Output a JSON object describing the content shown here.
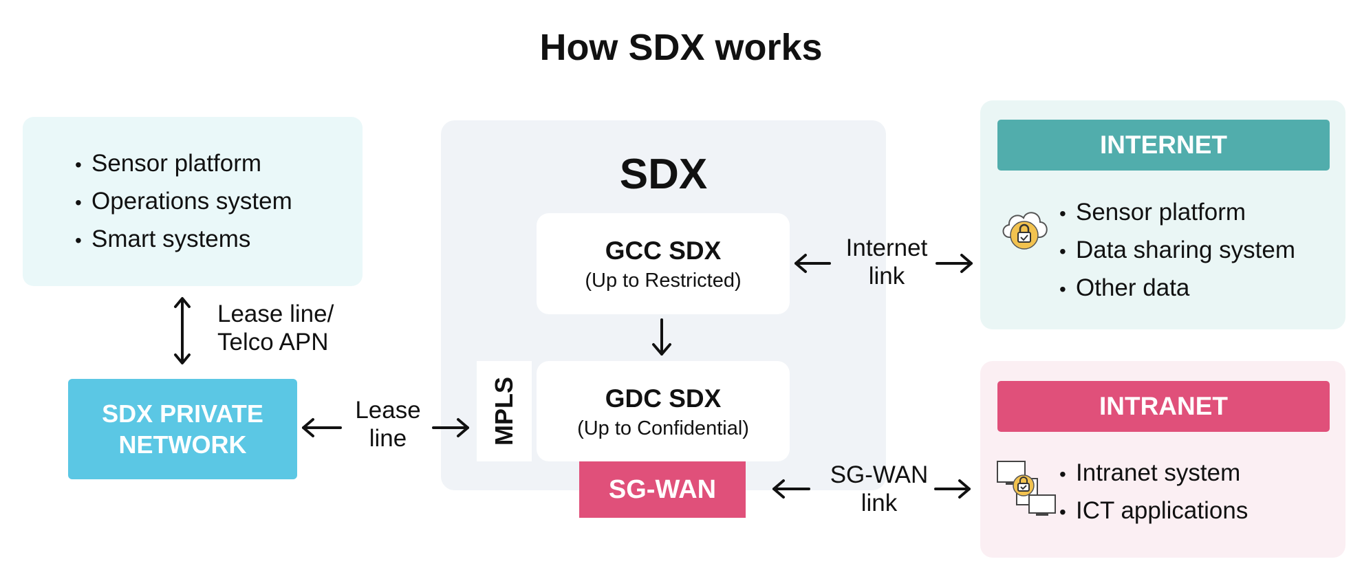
{
  "title": "How SDX works",
  "sources": {
    "items": [
      "Sensor platform",
      "Operations system",
      "Smart systems"
    ]
  },
  "sdx": {
    "title": "SDX",
    "gcc": {
      "name": "GCC SDX",
      "sub": "(Up to Restricted)"
    },
    "gdc": {
      "name": "GDC SDX",
      "sub": "(Up to Confidential)"
    },
    "mpls": "MPLS",
    "sgwan": "SG-WAN"
  },
  "private_network": {
    "line1": "SDX PRIVATE",
    "line2": "NETWORK"
  },
  "links": {
    "lease_apn": {
      "line1": "Lease line/",
      "line2": "Telco APN"
    },
    "lease": {
      "line1": "Lease",
      "line2": "line"
    },
    "internet": {
      "line1": "Internet",
      "line2": "link"
    },
    "sgwan": {
      "line1": "SG-WAN",
      "line2": "link"
    }
  },
  "internet": {
    "header": "INTERNET",
    "icon": "cloud-lock-icon",
    "items": [
      "Sensor platform",
      "Data sharing system",
      "Other data"
    ]
  },
  "intranet": {
    "header": "INTRANET",
    "icon": "computers-lock-icon",
    "items": [
      "Intranet system",
      "ICT applications"
    ]
  },
  "colors": {
    "sources_bg": "#eaf8f9",
    "sdx_bg": "#f0f3f7",
    "private_network": "#5bc7e4",
    "internet_header": "#51adac",
    "internet_bg": "#eaf6f5",
    "intranet_header": "#e0507a",
    "intranet_bg": "#fbeff3",
    "sgwan": "#e0507a",
    "lock": "#f2c24f"
  }
}
